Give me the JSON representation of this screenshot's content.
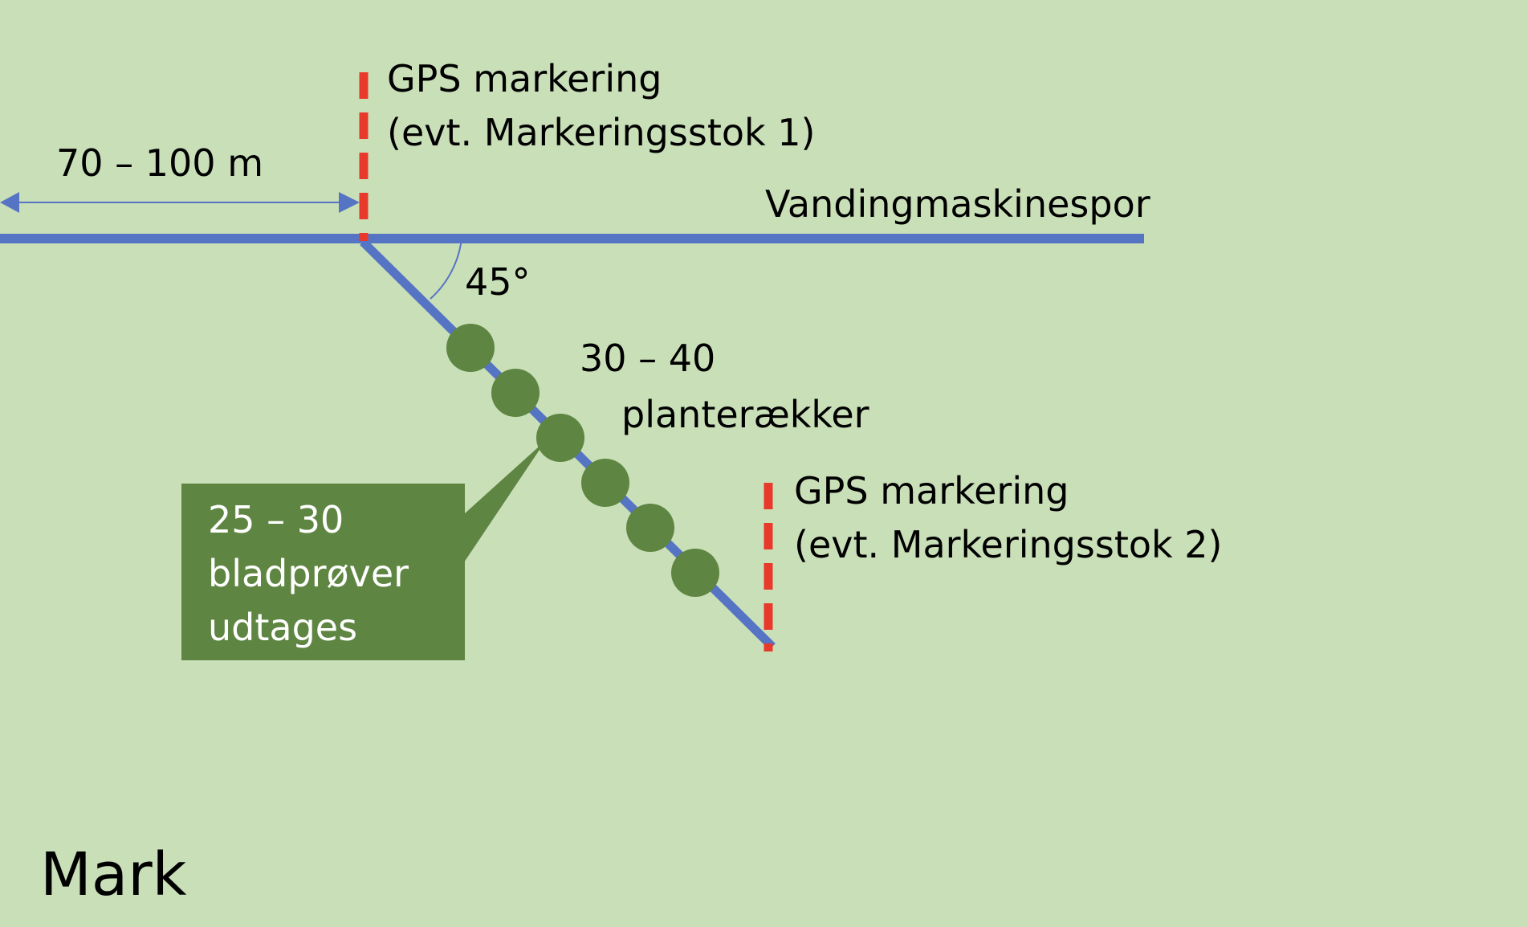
{
  "labels": {
    "distance": "70 – 100 m",
    "gps1_line1": "GPS markering",
    "gps1_line2": "(evt. Markeringsstok 1)",
    "track": "Vandingmaskinespor",
    "angle": "45°",
    "rows_line1": "30 – 40",
    "rows_line2": "planterækker",
    "gps2_line1": "GPS markering",
    "gps2_line2": "(evt. Markeringsstok 2)",
    "samples_line1": "25 – 30",
    "samples_line2": "bladprøver",
    "samples_line3": "udtages",
    "field": "Mark"
  },
  "colors": {
    "background": "#c9dfb8",
    "track_line": "#5674c4",
    "gps_marker": "#e8392a",
    "sample_point": "#5e8541",
    "callout_box": "#5e8541",
    "callout_text": "#ffffff"
  },
  "sample_point_count": 6
}
